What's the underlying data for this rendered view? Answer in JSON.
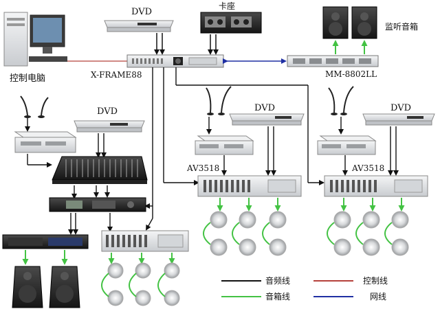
{
  "labels": {
    "control_pc": "控制电脑",
    "dvd_top": "DVD",
    "deck": "卡座",
    "monitor_speakers": "监听音箱",
    "xframe": "X-FRAME88",
    "mm": "MM-8802LL",
    "dvd_left": "DVD",
    "dvd_mid": "DVD",
    "dvd_right": "DVD",
    "av_mid": "AV3518",
    "av_right": "AV3518"
  },
  "legend": {
    "audio_line": "音频线",
    "control_line": "控制线",
    "speaker_line": "音箱线",
    "network_line": "网线"
  },
  "colors": {
    "audio": "#111111",
    "control": "#b5403a",
    "speaker": "#43c243",
    "network": "#1f2fa3",
    "device_light": "#e4e6e8",
    "device_dark": "#2a2a2a"
  }
}
